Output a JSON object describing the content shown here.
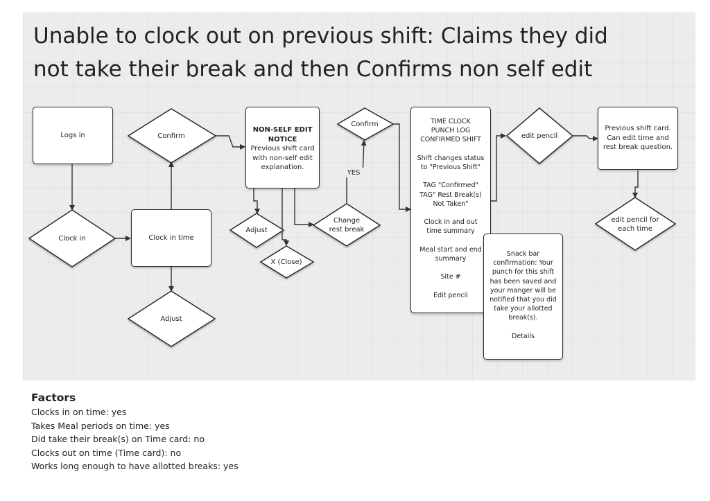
{
  "title": "Unable to clock out on previous shift: Claims they did not take their break and then Confirms non self edit",
  "nodes": {
    "logs_in": "Logs in",
    "clock_in": "Clock in",
    "clock_in_time": "Clock in time",
    "confirm_1": "Confirm",
    "adjust_1": "Adjust",
    "non_self_edit": {
      "heading": [
        "NON-SELF EDIT",
        "NOTICE"
      ],
      "body": [
        "Previous shift card",
        "with non-self edit",
        "explanation."
      ]
    },
    "adjust_2": "Adjust",
    "close": "X (Close)",
    "change_rest_break": [
      "Change",
      "rest break"
    ],
    "yes_label": "YES",
    "confirm_2": "Confirm",
    "time_clock": [
      "TIME CLOCK",
      "PUNCH LOG",
      "CONFIRMED SHIFT",
      "",
      "Shift changes status",
      "to \"Previous Shift\"",
      "",
      "TAG \"Confirmed\"",
      "TAG\" Rest Break(s)",
      "Not Taken\"",
      "",
      "Clock in and out",
      "time summary",
      "",
      "Meal start and end",
      "summary",
      "",
      "Site #",
      "",
      "Edit pencil"
    ],
    "snack_bar": [
      "Snack bar",
      "confirmation: Your",
      "punch for this shift",
      "has been saved and",
      "your manger will be",
      "notified that you did",
      "take your allotted",
      "break(s).",
      "",
      "Details"
    ],
    "edit_pencil": "edit pencil",
    "previous_shift_card": [
      "Previous shift card.",
      "Can edit time and",
      "rest break question."
    ],
    "edit_pencil_each": [
      "edit pencil for",
      "each time"
    ]
  },
  "factors": {
    "heading": "Factors",
    "items": [
      "Clocks in on time: yes",
      "Takes Meal periods on time: yes",
      "Did take their break(s) on Time card: no",
      "Clocks out on time (Time card): no",
      "Works long enough to have allotted breaks: yes"
    ]
  }
}
